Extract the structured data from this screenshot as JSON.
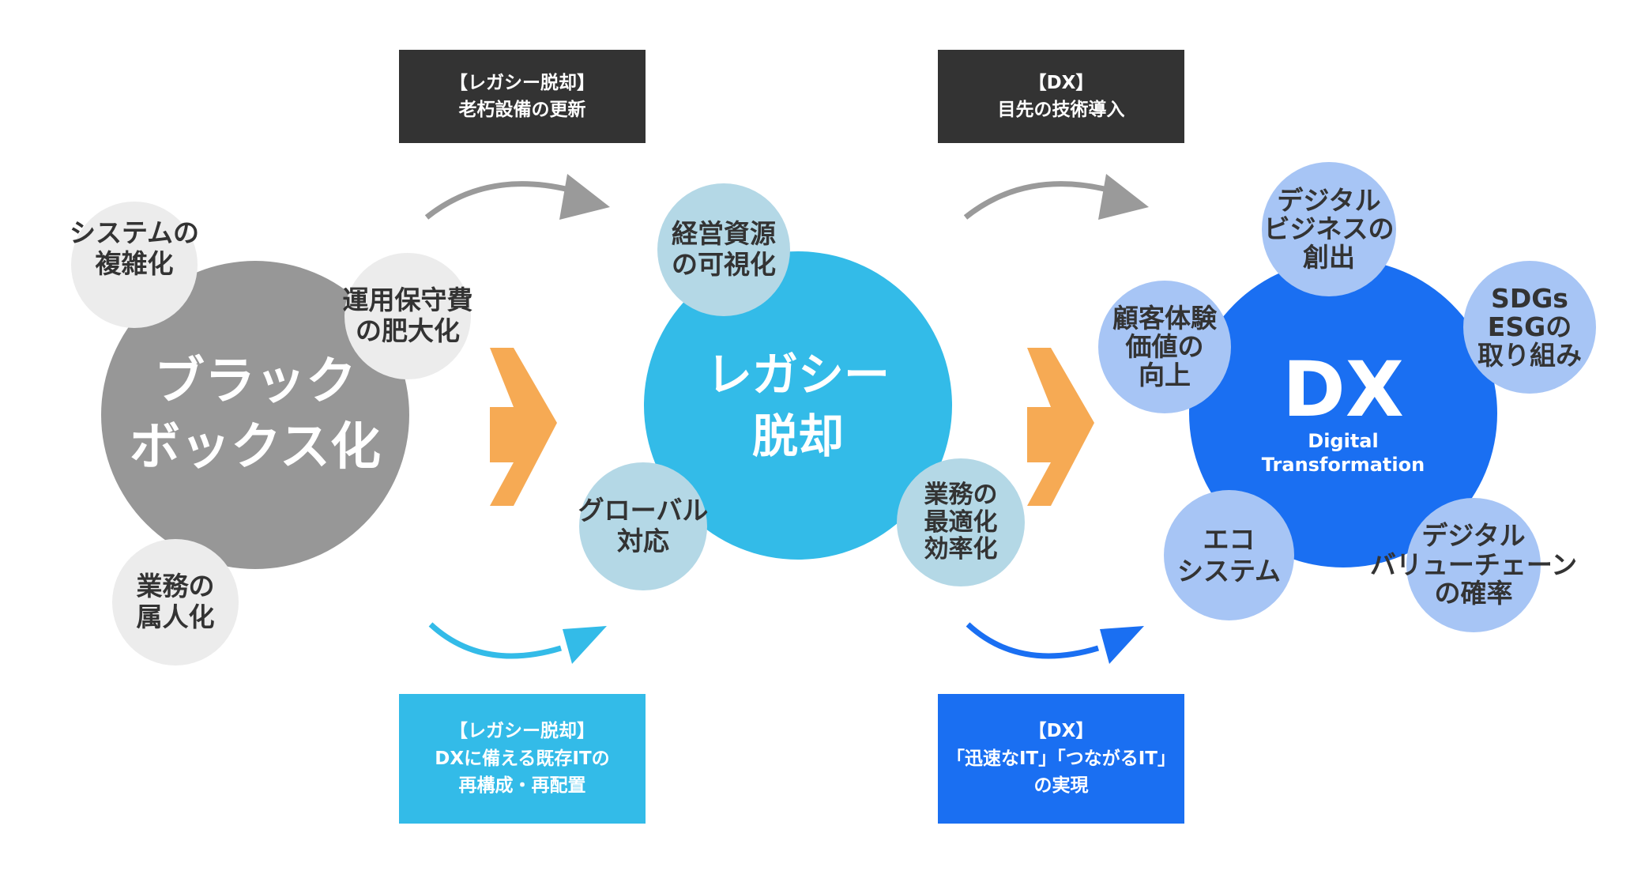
{
  "colors": {
    "gray_main": "#979797",
    "gray_small": "#ececec",
    "cyan_main": "#33bbe8",
    "cyan_small": "#b4d8e6",
    "blue_main": "#1a6ff2",
    "blue_small": "#a7c5f5",
    "box_dark": "#333333",
    "box_cyan": "#33bbe8",
    "box_blue": "#1a6ff2",
    "arrow_orange": "#f6aa54",
    "arrow_gray": "#9a9a9a"
  },
  "left": {
    "main": [
      "ブラック",
      "ボックス化"
    ],
    "s1": [
      "システムの",
      "複雑化"
    ],
    "s2": [
      "運用保守費",
      "の肥大化"
    ],
    "s3": [
      "業務の",
      "属人化"
    ]
  },
  "middle": {
    "main": [
      "レガシー",
      "脱却"
    ],
    "s1": [
      "経営資源",
      "の可視化"
    ],
    "s2": [
      "グローバル",
      "対応"
    ],
    "s3": [
      "業務の",
      "最適化",
      "効率化"
    ]
  },
  "right": {
    "main": "DX",
    "sub": [
      "Digital",
      "Transformation"
    ],
    "s1": [
      "デジタル",
      "ビジネスの",
      "創出"
    ],
    "s2": [
      "顧客体験",
      "価値の",
      "向上"
    ],
    "s3": [
      "SDGs",
      "ESGの",
      "取り組み"
    ],
    "s4": [
      "エコ",
      "システム"
    ],
    "s5": [
      "デジタル",
      "バリューチェーン",
      "の確率"
    ]
  },
  "boxes": {
    "top_left": [
      "【レガシー脱却】",
      "老朽設備の更新"
    ],
    "top_right": [
      "【DX】",
      "目先の技術導入"
    ],
    "bottom_left": [
      "【レガシー脱却】",
      "DXに備える既存ITの",
      "再構成・再配置"
    ],
    "bottom_right": [
      "【DX】",
      "「迅速なIT」「つながるIT」",
      "の実現"
    ]
  }
}
